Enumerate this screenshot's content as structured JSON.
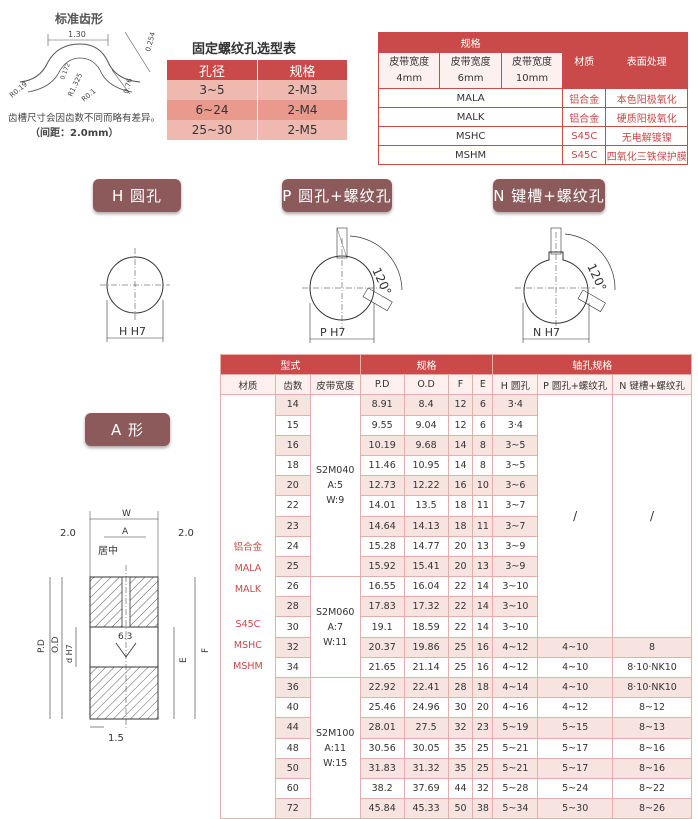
{
  "tooth_profile": {
    "title": "标准齿形",
    "dims": [
      "1.30",
      "0.254",
      "0.172",
      "0.76",
      "R0.19",
      "R1.325",
      "R0.1"
    ],
    "note_line1": "齿槽尺寸会因齿数不同而略有差异。",
    "note_line2": "（间距：2.0mm）"
  },
  "bolt_table": {
    "title": "固定螺纹孔选型表",
    "headers": [
      "孔径",
      "规格"
    ],
    "rows": [
      [
        "3~5",
        "2-M3"
      ],
      [
        "6~24",
        "2-M4"
      ],
      [
        "25~30",
        "2-M5"
      ]
    ]
  },
  "material_table": {
    "spec_header": "规格",
    "material_header": "材质",
    "surface_header": "表面处理",
    "widths": [
      [
        "皮带宽度",
        "4mm"
      ],
      [
        "皮带宽度",
        "6mm"
      ],
      [
        "皮带宽度",
        "10mm"
      ]
    ],
    "rows": [
      {
        "model": "MALA",
        "material": "铝合金",
        "surface": "本色阳极氧化"
      },
      {
        "model": "MALK",
        "material": "铝合金",
        "surface": "硬质阳极氧化"
      },
      {
        "model": "MSHC",
        "material": "S45C",
        "surface": "无电解镀镍"
      },
      {
        "model": "MSHM",
        "material": "S45C",
        "surface": "四氧化三铁保护膜"
      }
    ]
  },
  "bore_types": {
    "h_label": "H 圆孔",
    "p_label": "P 圆孔+螺纹孔",
    "n_label": "N 键槽+螺纹孔",
    "h_dim": "H  H7",
    "p_dim": "P  H7",
    "n_dim": "N  H7",
    "angle": "120°"
  },
  "shape_a": {
    "label": "A 形",
    "dims": {
      "w": "W",
      "a": "A",
      "left": "2.0",
      "right": "2.0",
      "center": "居中",
      "pd": "P.D",
      "od": "O.D",
      "dh7": "d H7",
      "e": "E",
      "f": "F",
      "rough": "6.3",
      "bottom": "1.5"
    }
  },
  "main_table": {
    "group_headers": [
      "型式",
      "规格",
      "轴孔规格"
    ],
    "sub_headers": [
      "材质",
      "齿数",
      "皮带宽度",
      "P.D",
      "O.D",
      "F",
      "E",
      "H 圆孔",
      "P 圆孔+螺纹孔",
      "N 键槽+螺纹孔"
    ],
    "materials": [
      "铝合金",
      "MALA",
      "MALK",
      "S45C",
      "MSHC",
      "MSHM"
    ],
    "belts": [
      [
        "S2M040",
        "A:5",
        "W:9"
      ],
      [
        "S2M060",
        "A:7",
        "W:11"
      ],
      [
        "S2M100",
        "A:11",
        "W:15"
      ]
    ],
    "slash": "/",
    "rows": [
      [
        "14",
        "8.91",
        "8.4",
        "12",
        "6",
        "3·4",
        "",
        ""
      ],
      [
        "15",
        "9.55",
        "9.04",
        "12",
        "6",
        "3·4",
        "",
        ""
      ],
      [
        "16",
        "10.19",
        "9.68",
        "14",
        "8",
        "3~5",
        "",
        ""
      ],
      [
        "18",
        "11.46",
        "10.95",
        "14",
        "8",
        "3~5",
        "",
        ""
      ],
      [
        "20",
        "12.73",
        "12.22",
        "16",
        "10",
        "3~6",
        "",
        ""
      ],
      [
        "22",
        "14.01",
        "13.5",
        "18",
        "11",
        "3~7",
        "",
        ""
      ],
      [
        "23",
        "14.64",
        "14.13",
        "18",
        "11",
        "3~7",
        "",
        ""
      ],
      [
        "24",
        "15.28",
        "14.77",
        "20",
        "13",
        "3~9",
        "",
        ""
      ],
      [
        "25",
        "15.92",
        "15.41",
        "20",
        "13",
        "3~9",
        "",
        ""
      ],
      [
        "26",
        "16.55",
        "16.04",
        "22",
        "14",
        "3~10",
        "",
        ""
      ],
      [
        "28",
        "17.83",
        "17.32",
        "22",
        "14",
        "3~10",
        "",
        ""
      ],
      [
        "30",
        "19.1",
        "18.59",
        "22",
        "14",
        "3~10",
        "",
        ""
      ],
      [
        "32",
        "20.37",
        "19.86",
        "25",
        "16",
        "4~12",
        "4~10",
        "8"
      ],
      [
        "34",
        "21.65",
        "21.14",
        "25",
        "16",
        "4~12",
        "4~10",
        "8·10·NK10"
      ],
      [
        "36",
        "22.92",
        "22.41",
        "28",
        "18",
        "4~14",
        "4~10",
        "8·10·NK10"
      ],
      [
        "40",
        "25.46",
        "24.96",
        "30",
        "20",
        "4~16",
        "4~12",
        "8~12"
      ],
      [
        "44",
        "28.01",
        "27.5",
        "32",
        "23",
        "5~19",
        "5~15",
        "8~13"
      ],
      [
        "48",
        "30.56",
        "30.05",
        "35",
        "25",
        "5~21",
        "5~17",
        "8~16"
      ],
      [
        "50",
        "31.83",
        "31.32",
        "35",
        "25",
        "5~21",
        "5~17",
        "8~16"
      ],
      [
        "60",
        "38.2",
        "37.69",
        "44",
        "32",
        "5~28",
        "5~24",
        "8~22"
      ],
      [
        "72",
        "45.84",
        "45.33",
        "50",
        "38",
        "5~34",
        "5~30",
        "8~26"
      ]
    ]
  }
}
